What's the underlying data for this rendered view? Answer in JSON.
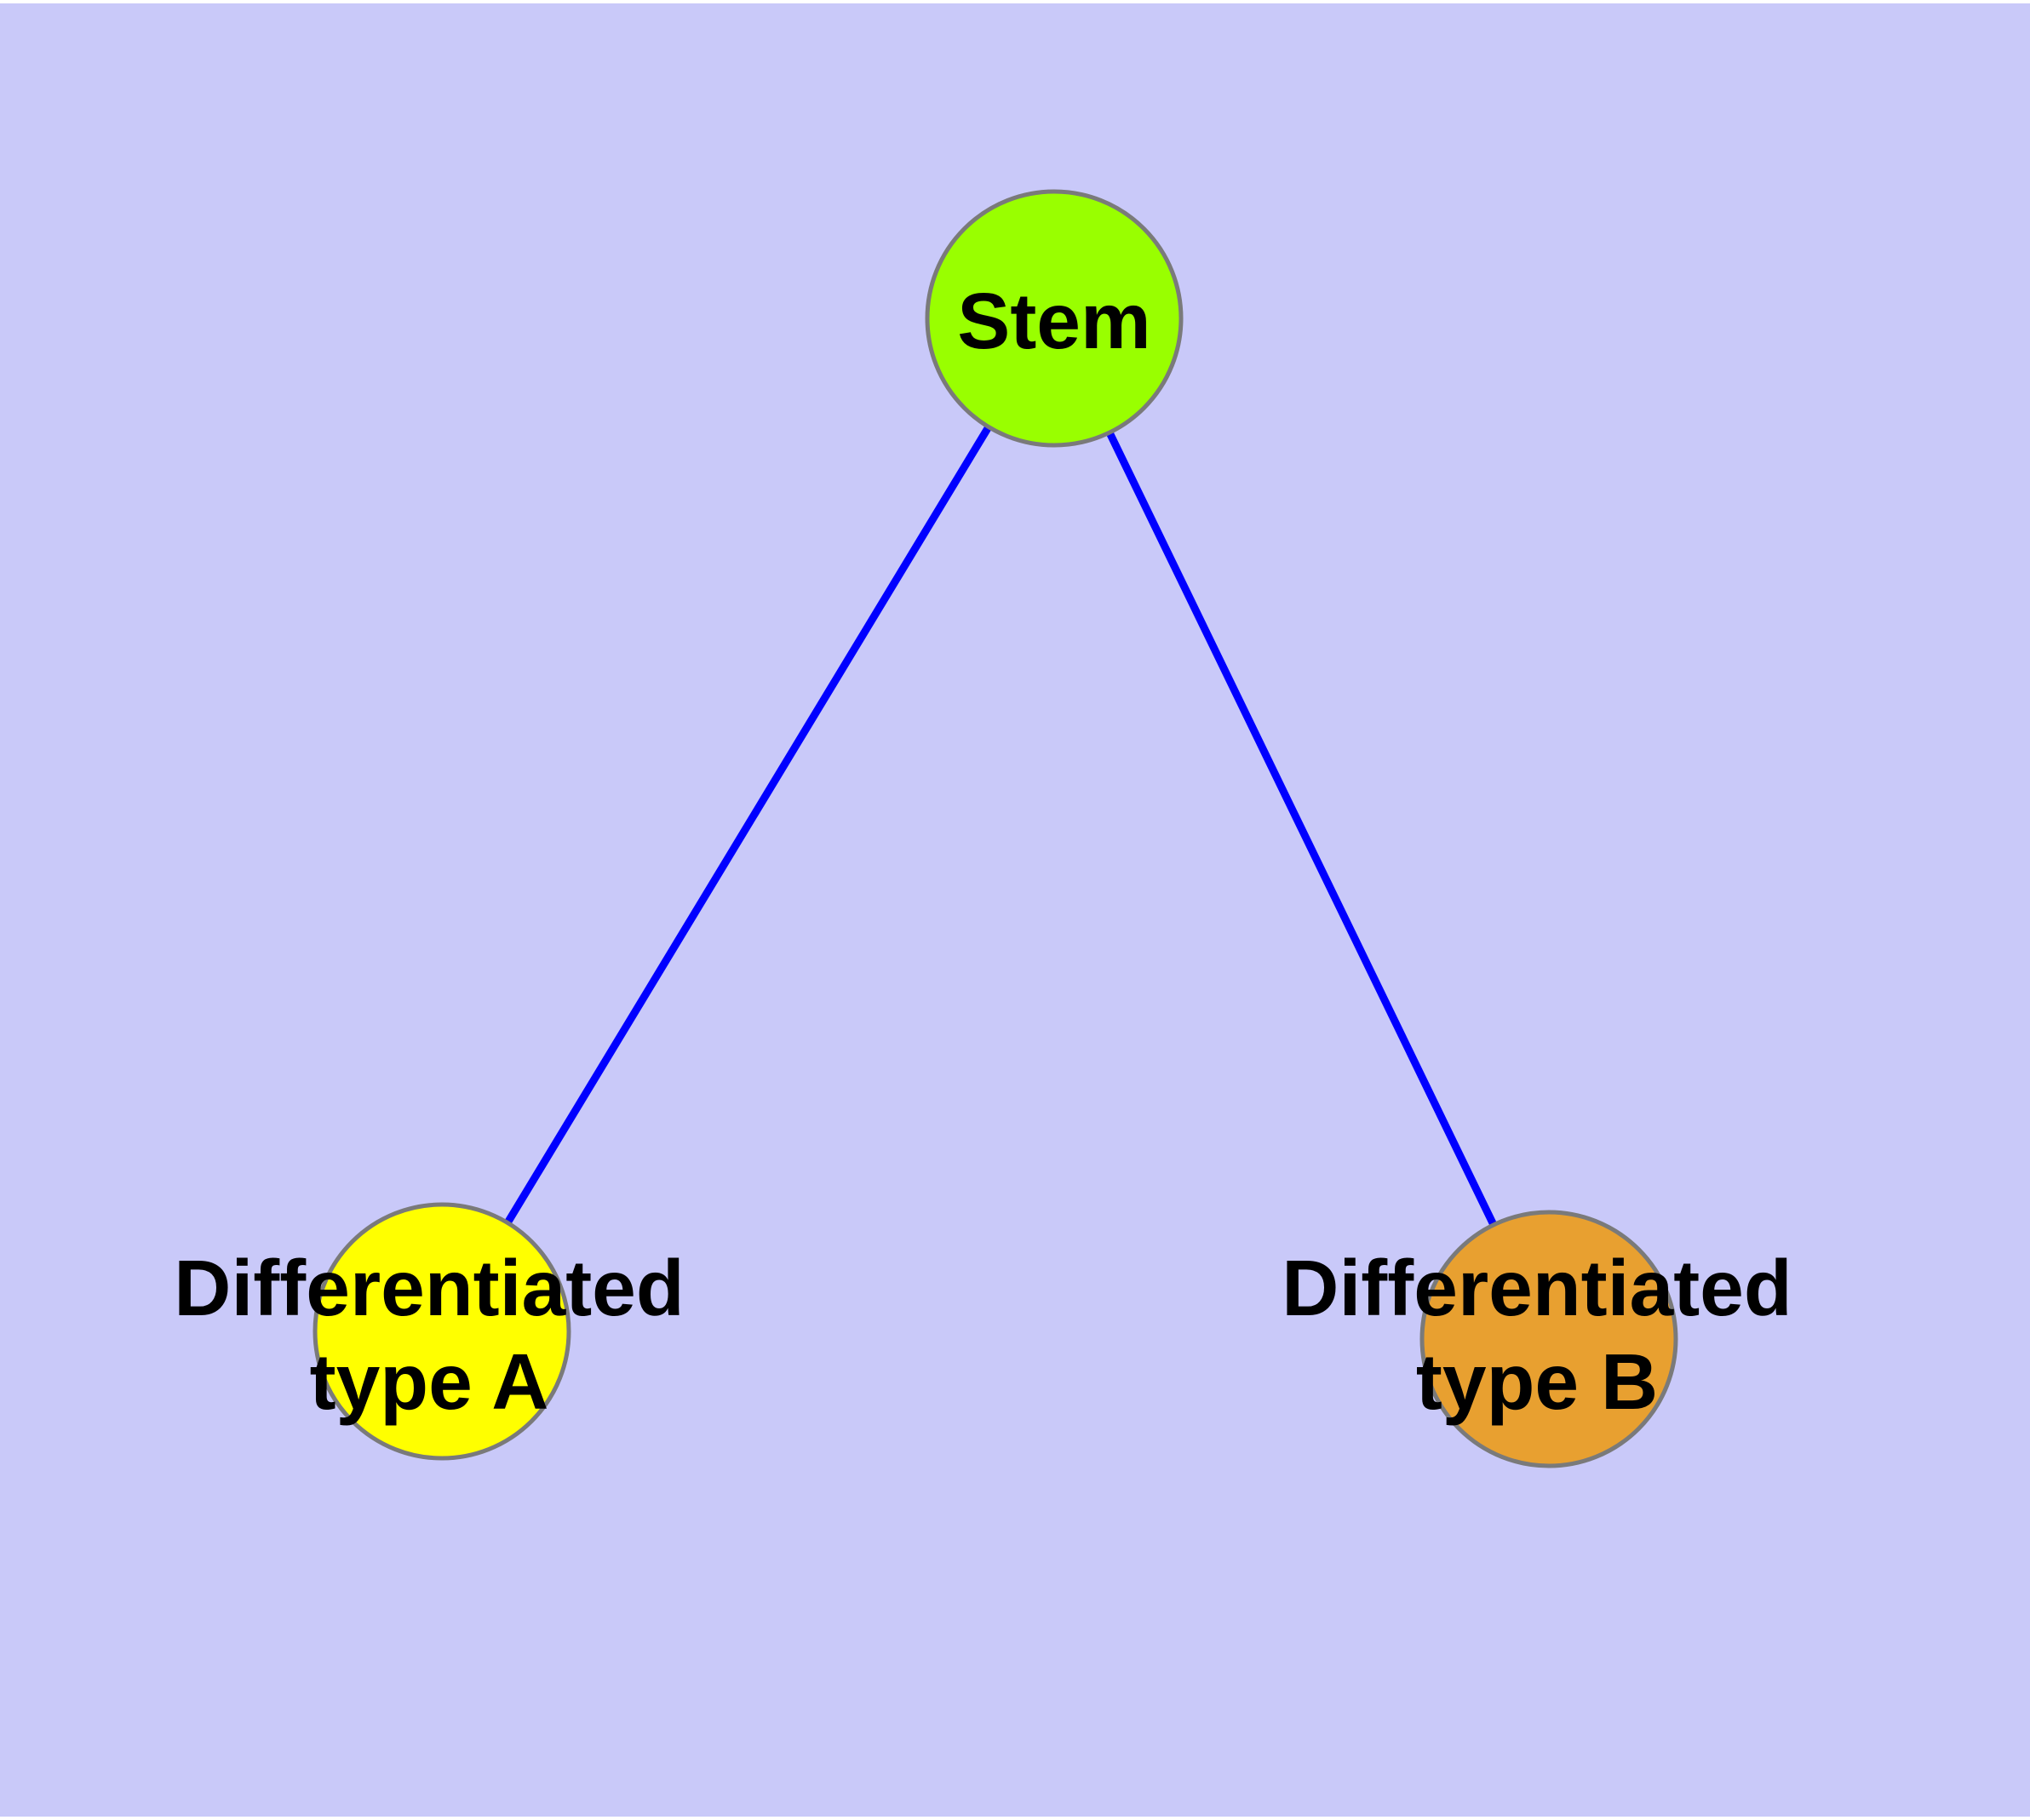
{
  "graph": {
    "nodes": [
      {
        "id": "stem",
        "label": "Stem",
        "label_line1": "Stem",
        "label_line2": "",
        "fill": "#99ff00"
      },
      {
        "id": "typeA",
        "label": "Differentiated type A",
        "label_line1": "Differentiated",
        "label_line2": "type A",
        "fill": "#ffff00"
      },
      {
        "id": "typeB",
        "label": "Differentiated type B",
        "label_line1": "Differentiated",
        "label_line2": "type B",
        "fill": "#e8a030"
      }
    ],
    "edges": [
      {
        "from": "Stem",
        "to": "Differentiated type A"
      },
      {
        "from": "Stem",
        "to": "Differentiated type B"
      }
    ]
  },
  "colors": {
    "background": "#c9c9f9",
    "edge": "#0000ff",
    "node_border": "#7a7a7a",
    "label_text": "#000000",
    "stem_fill": "#99ff00",
    "type_a_fill": "#ffff00",
    "type_b_fill": "#e8a030"
  }
}
